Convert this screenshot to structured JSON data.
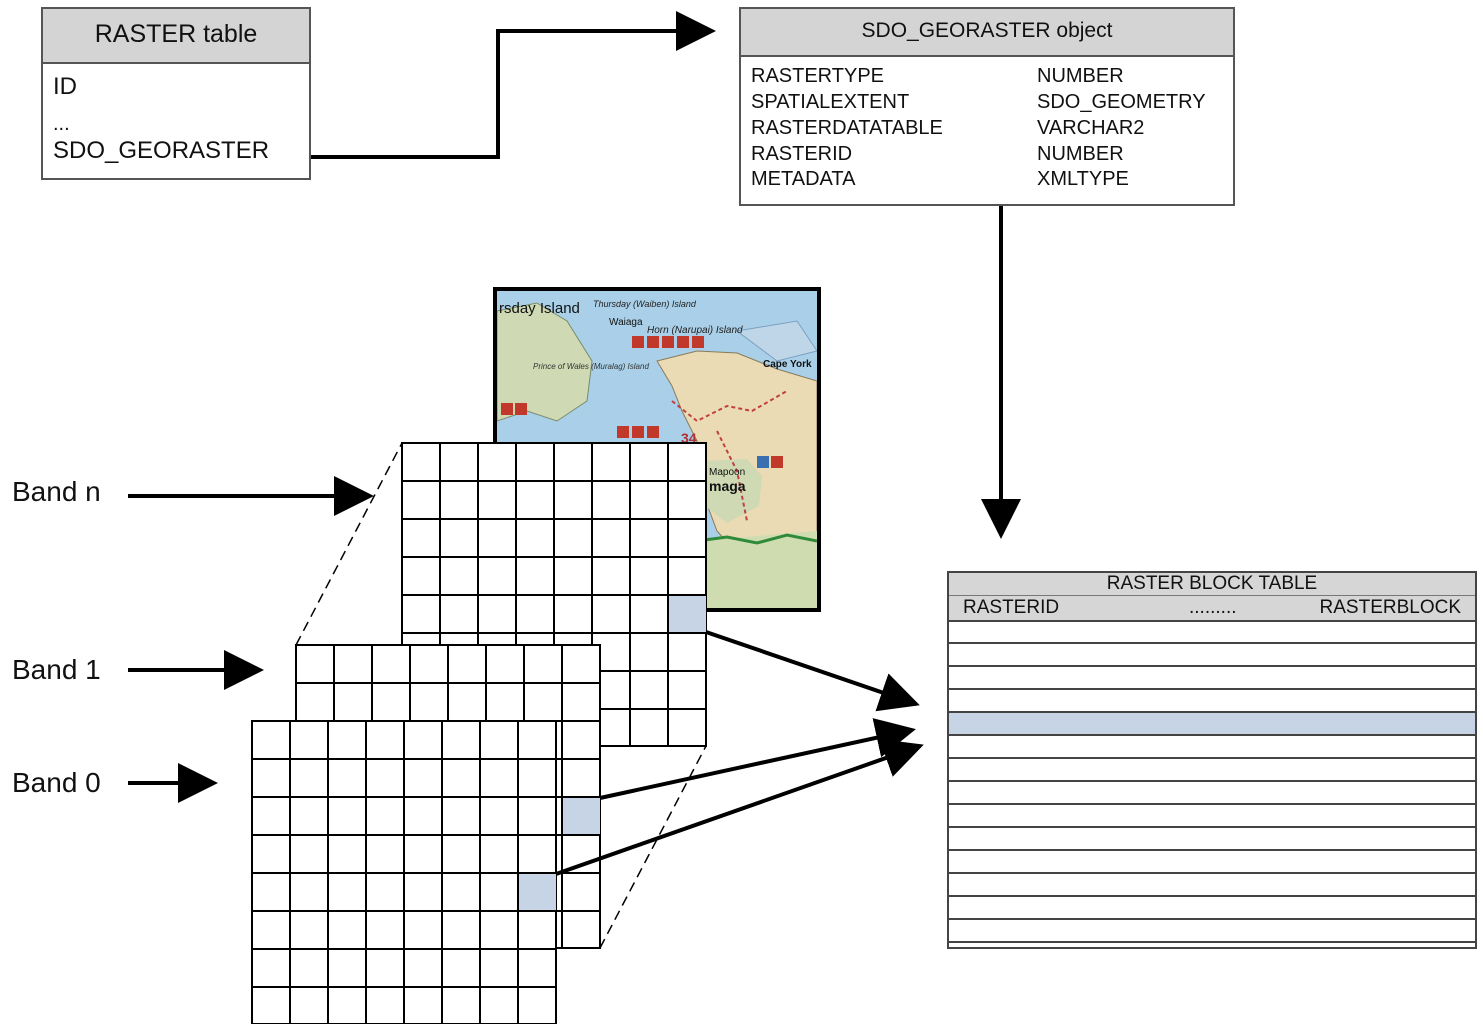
{
  "raster_table": {
    "title": "RASTER table",
    "rows": [
      "ID",
      "...",
      "SDO_GEORASTER"
    ]
  },
  "georaster_object": {
    "title": "SDO_GEORASTER object",
    "attributes": [
      {
        "name": "RASTERTYPE",
        "type": "NUMBER"
      },
      {
        "name": "SPATIALEXTENT",
        "type": "SDO_GEOMETRY"
      },
      {
        "name": "RASTERDATATABLE",
        "type": "VARCHAR2"
      },
      {
        "name": "RASTERID",
        "type": "NUMBER"
      },
      {
        "name": "METADATA",
        "type": "XMLTYPE"
      }
    ]
  },
  "bands": [
    "Band n",
    "Band 1",
    "Band 0"
  ],
  "block_table": {
    "title": "RASTER BLOCK TABLE",
    "col_left": "RASTERID",
    "col_mid": ".........",
    "col_right": "RASTERBLOCK",
    "row_count": 14,
    "highlighted_row": 4
  },
  "map_image": {
    "labels": [
      "rsday Island",
      "Thursday (Waiben) Island",
      "Waiaga",
      "Horn (Narupai) Island",
      "Prince of Wales (Muralag) Island",
      "Cape York",
      "Mapoon",
      "maga",
      "34"
    ]
  },
  "colors": {
    "header_fill": "#d4d4d4",
    "highlight_cell": "#c6d4e6",
    "map_sea": "#a9d0e8",
    "map_land": "#ebdbb5",
    "map_island": "#cfd9b3"
  }
}
